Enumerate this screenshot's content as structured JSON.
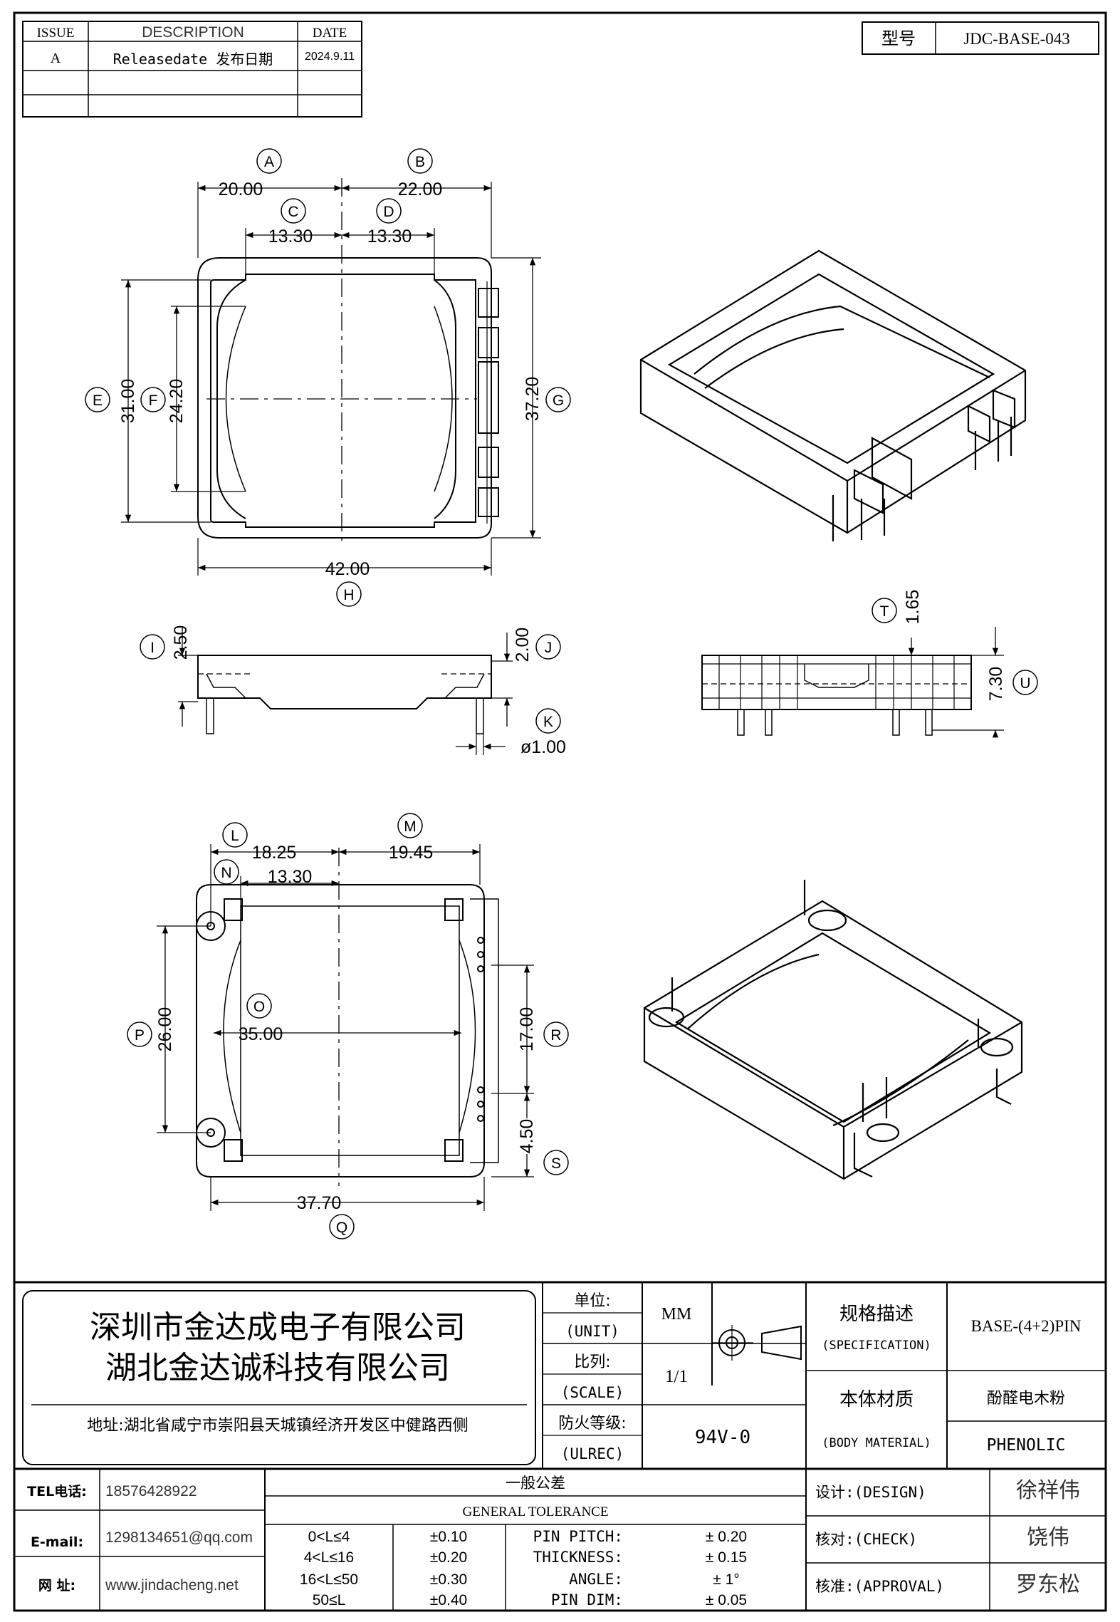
{
  "revision_table": {
    "headers": [
      "ISSUE",
      "DESCRIPTION",
      "DATE"
    ],
    "rows": [
      {
        "issue": "A",
        "description": "Releasedate 发布日期",
        "date": "2024.9.11"
      }
    ]
  },
  "model": {
    "label": "型号",
    "value": "JDC-BASE-043"
  },
  "top_view": {
    "A": "20.00",
    "B": "22.00",
    "C": "13.30",
    "D": "13.30",
    "E": "31.00",
    "F": "24.20",
    "G": "37.20",
    "H": "42.00"
  },
  "side_view": {
    "I": "2.50",
    "J": "2.00",
    "K": "ø1.00"
  },
  "front_view": {
    "T": "1.65",
    "U": "7.30"
  },
  "bottom_view": {
    "L": "18.25",
    "M": "13.30",
    "N": "19.45",
    "O": "26.00",
    "P": "35.00",
    "R": "17.00",
    "S": "4.50",
    "Q": "37.70"
  },
  "balloons": [
    "A",
    "B",
    "C",
    "D",
    "E",
    "F",
    "G",
    "H",
    "I",
    "J",
    "K",
    "T",
    "U",
    "L",
    "M",
    "N",
    "O",
    "P",
    "R",
    "S",
    "Q"
  ],
  "company": {
    "name1": "深圳市金达成电子有限公司",
    "name2": "湖北金达诚科技有限公司",
    "address": "地址:湖北省咸宁市崇阳县天城镇经济开发区中健路西侧"
  },
  "title_block": {
    "unit_cn": "单位:",
    "unit_en": "(UNIT)",
    "unit_value": "MM",
    "scale_cn": "比列:",
    "scale_en": "(SCALE)",
    "scale_value": "1/1",
    "ulrec_cn": "防火等级:",
    "ulrec_en": "(ULREC)",
    "ulrec_value": "94V-0",
    "spec_cn": "规格描述",
    "spec_en": "(SPECIFICATION)",
    "spec_value": "BASE-(4+2)PIN",
    "material_cn": "本体材质",
    "material_en": "(BODY MATERIAL)",
    "material_value_cn": "酚醛电木粉",
    "material_value_en": "PHENOLIC"
  },
  "contact": {
    "tel_label": "TEL电话:",
    "tel": "18576428922",
    "email_label": "E-mail:",
    "email": "1298134651@qq.com",
    "web_label": "网  址:",
    "web": "www.jindacheng.net"
  },
  "tolerance": {
    "title_cn": "一般公差",
    "title_en": "GENERAL TOLERANCE",
    "rows": [
      {
        "range": "0<L≤4",
        "tol": "±0.10",
        "param": "PIN PITCH:",
        "value": "±  0.20"
      },
      {
        "range": "4<L≤16",
        "tol": "±0.20",
        "param": "THICKNESS:",
        "value": "±  0.15"
      },
      {
        "range": "16<L≤50",
        "tol": "±0.30",
        "param": "ANGLE:",
        "value": "±  1°"
      },
      {
        "range": "50≤L",
        "tol": "±0.40",
        "param": "PIN DIM:",
        "value": "±  0.05"
      }
    ]
  },
  "approvals": [
    {
      "label": "设计:(DESIGN)",
      "name": "徐祥伟"
    },
    {
      "label": "核对:(CHECK)",
      "name": "饶伟"
    },
    {
      "label": "核准:(APPROVAL)",
      "name": "罗东松"
    }
  ]
}
